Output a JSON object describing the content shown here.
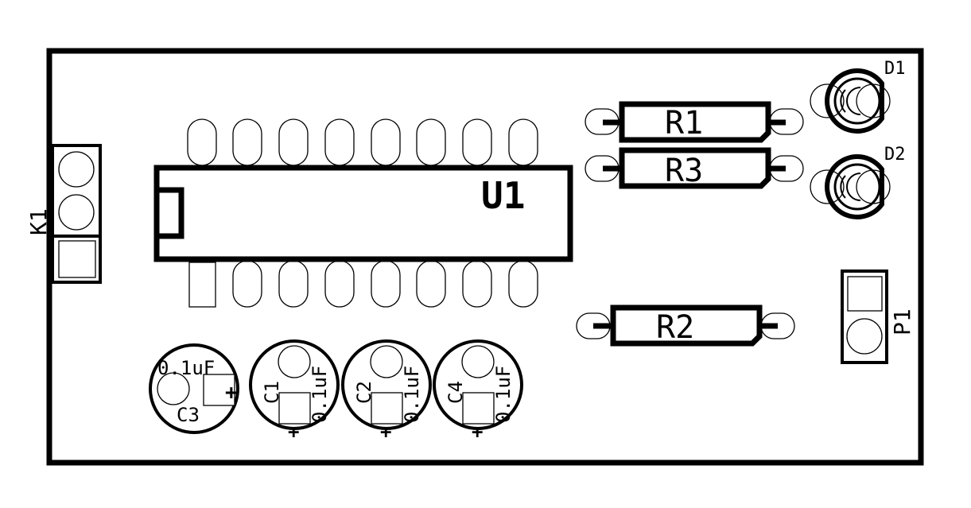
{
  "components": {
    "u1": {
      "designator": "U1"
    },
    "r1": {
      "designator": "R1"
    },
    "r2": {
      "designator": "R2"
    },
    "r3": {
      "designator": "R3"
    },
    "d1": {
      "designator": "D1"
    },
    "d2": {
      "designator": "D2"
    },
    "k1": {
      "designator": "K1"
    },
    "p1": {
      "designator": "P1"
    },
    "c1": {
      "designator": "C1",
      "value": "0.1uF",
      "polarity": "+"
    },
    "c2": {
      "designator": "C2",
      "value": "0.1uF",
      "polarity": "+"
    },
    "c3": {
      "designator": "C3",
      "value": "0.1uF",
      "polarity": "+"
    },
    "c4": {
      "designator": "C4",
      "value": "0.1uF",
      "polarity": "+"
    }
  }
}
